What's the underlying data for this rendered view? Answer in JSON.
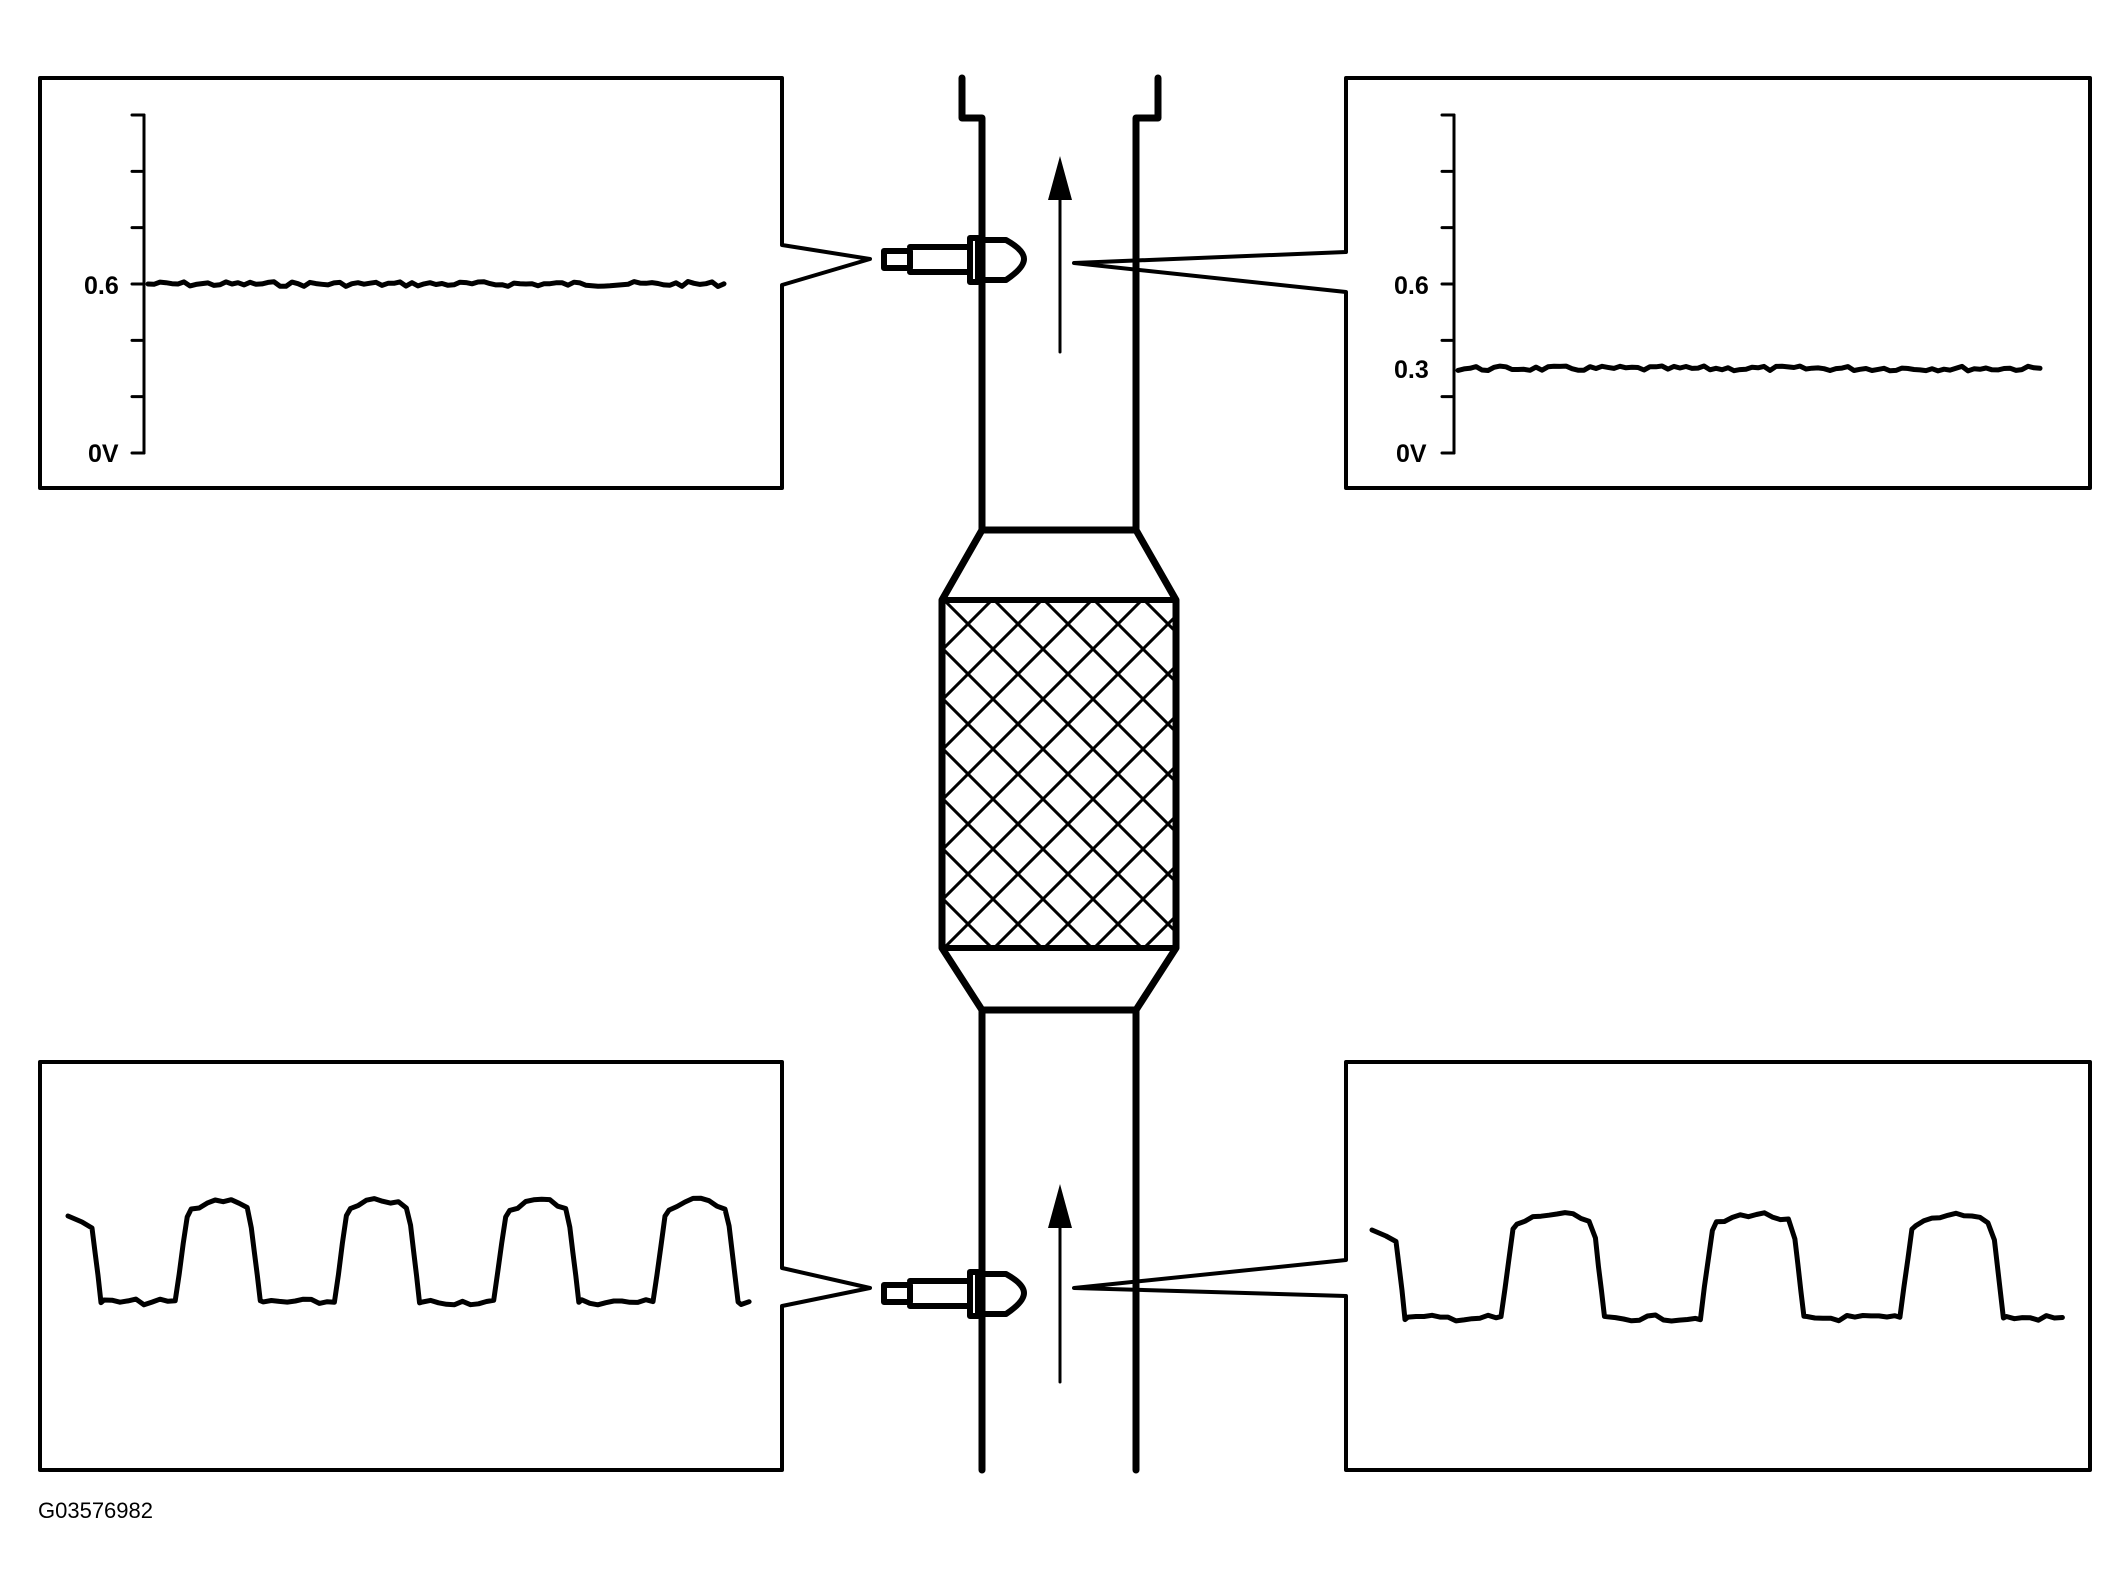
{
  "figure_id": "G03576982",
  "colors": {
    "line": "#000000",
    "background": "#ffffff"
  },
  "flow_direction": "up",
  "scopes": {
    "upper_left": {
      "axis_labels": [
        "0.6",
        "0V"
      ],
      "trace_level_v": 0.6,
      "trace": "steady"
    },
    "upper_right": {
      "axis_labels": [
        "0.6",
        "0.3",
        "0V"
      ],
      "trace_level_v": 0.3,
      "trace": "steady"
    },
    "lower_left": {
      "trace": "switching",
      "cycles": 4
    },
    "lower_right": {
      "trace": "switching",
      "cycles": 3
    }
  },
  "components": [
    "upstream-oxygen-sensor",
    "downstream-oxygen-sensor",
    "catalytic-converter",
    "exhaust-pipe"
  ]
}
